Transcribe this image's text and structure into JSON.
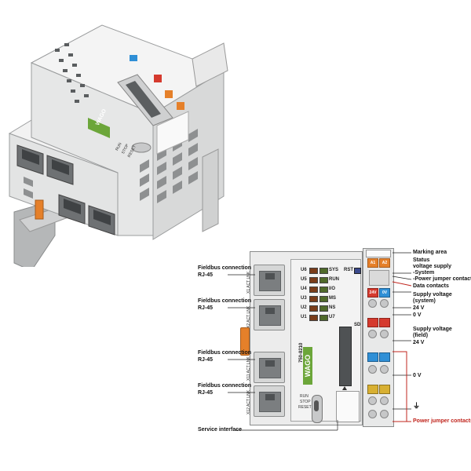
{
  "callouts_left": {
    "fieldbus1": [
      "Fieldbus connection",
      "RJ-45"
    ],
    "fieldbus2": [
      "Fieldbus connection",
      "RJ-45"
    ],
    "fieldbus3": [
      "Fieldbus connection",
      "RJ-45"
    ],
    "fieldbus4": [
      "Fieldbus connection",
      "RJ-45"
    ],
    "service": "Service interface"
  },
  "callouts_right": {
    "marking_area": "Marking area",
    "status_supply": [
      "Status",
      "voltage supply",
      "-System",
      "-Power jumper contacts"
    ],
    "data_contacts": "Data contacts",
    "supply_system": [
      "Supply voltage",
      "(system)",
      "24 V",
      "0 V"
    ],
    "supply_field": [
      "Supply voltage",
      "(field)",
      "24 V"
    ],
    "zero_v": "0 V",
    "ground_symbol": "⏚",
    "power_jumper": "Power jumper contacts"
  },
  "device": {
    "brand": "WAGO",
    "model": "750-8210",
    "switch_labels": [
      "RUN",
      "STOP",
      "RESET"
    ],
    "rst_label": "RST",
    "sd_label": "SD",
    "leds_left": [
      "U6",
      "U5",
      "U4",
      "U3",
      "U2",
      "U1"
    ],
    "leds_right": [
      "SYS",
      "RUN",
      "I/O",
      "MS",
      "NS",
      "U7"
    ],
    "rj_port_labels": [
      "X1 ACT LNK",
      "X2 ACT LNK",
      "X11 ACT LNK",
      "X12 ACT LNK"
    ],
    "terminal_labels": [
      "A1",
      "A2",
      "24V",
      "0V"
    ],
    "colors": {
      "housing": "#ececec",
      "accent_green": "#6ca63a",
      "terminal_orange": "#e5802a",
      "terminal_blue": "#2f8fd6",
      "terminal_red": "#d53a2e",
      "terminal_yellow": "#d8b032",
      "callout_red": "#c0241c"
    }
  }
}
